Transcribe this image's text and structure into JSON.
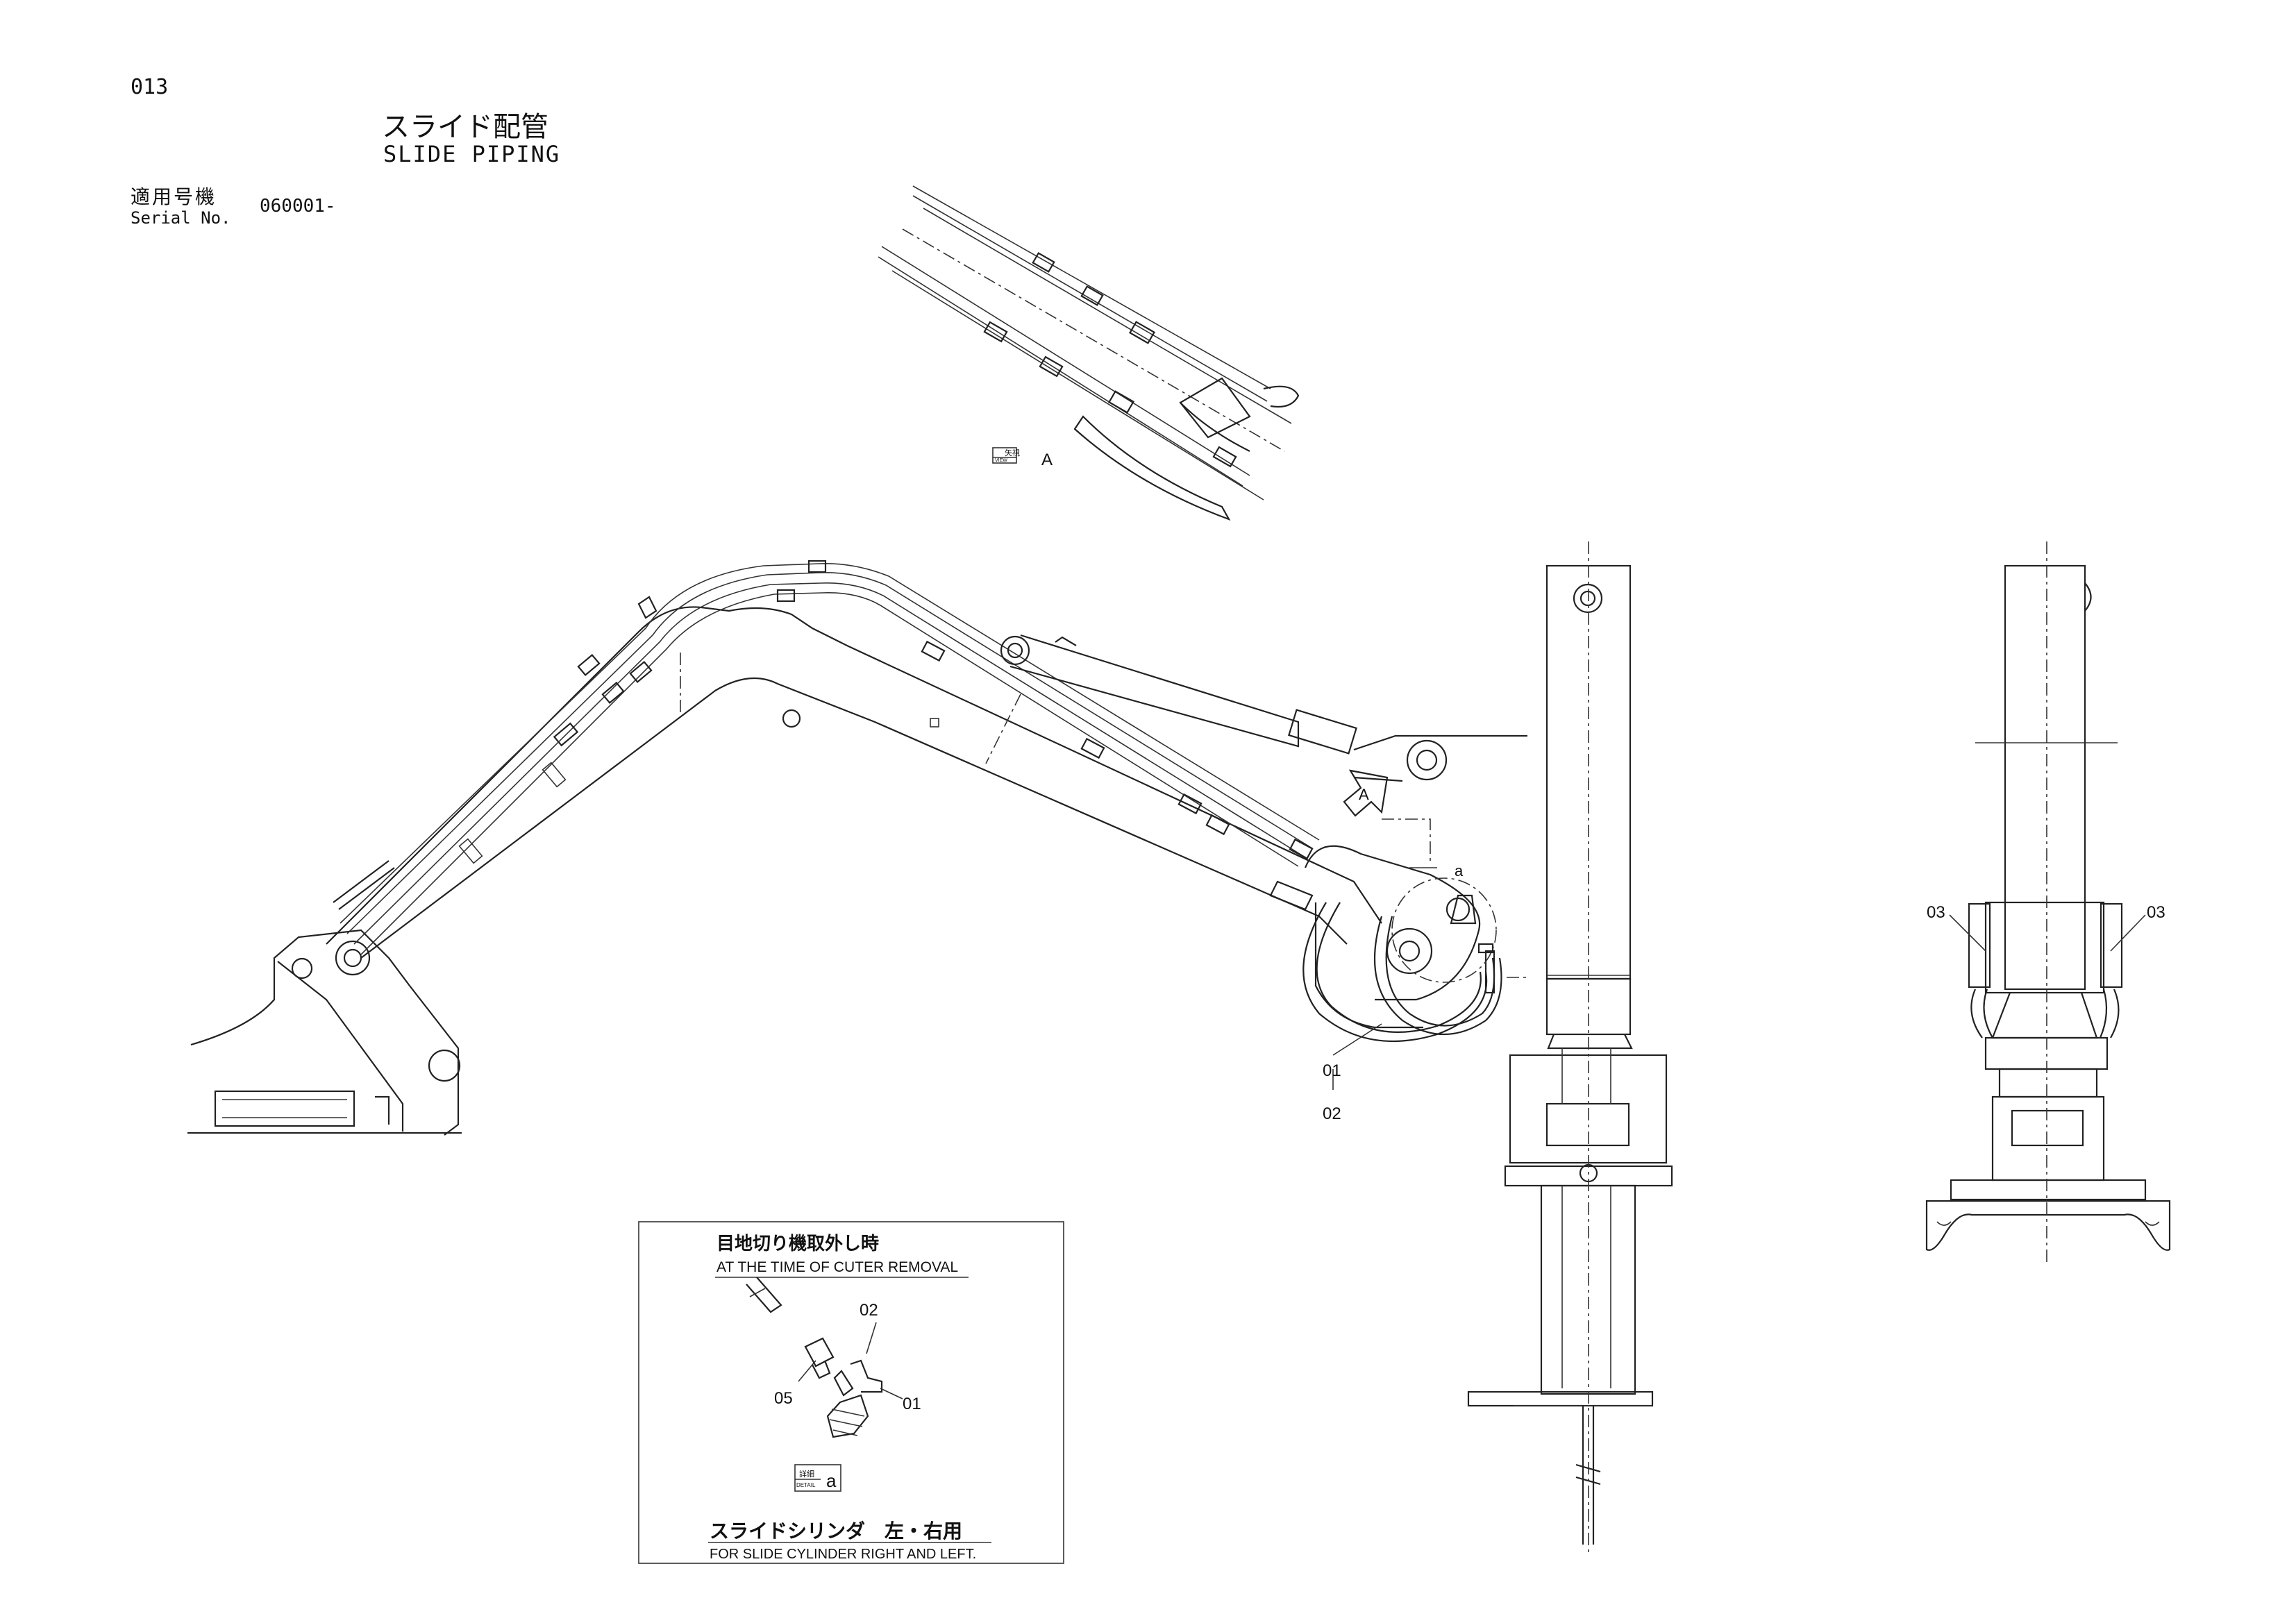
{
  "header": {
    "page_number": "013",
    "title_jp": "スライド配管",
    "title_en": "SLIDE PIPING",
    "serial_label_jp": "適用号機",
    "serial_label_en": "Serial No.",
    "serial_value": "060001-"
  },
  "view_a": {
    "label_jp": "矢視",
    "label_en": "VIEW",
    "letter": "A"
  },
  "main_view": {
    "arrow_label": "A",
    "detail_ref": "a",
    "callout_top": "01",
    "callout_bottom": "02"
  },
  "side_view": {
    "callout_left": "03",
    "callout_right": "03"
  },
  "detail_box": {
    "heading_jp": "目地切り機取外し時",
    "heading_en": "AT THE TIME OF CUTER REMOVAL",
    "part_02": "02",
    "part_05": "05",
    "part_01": "01",
    "detail_label_jp": "詳細",
    "detail_label_en": "DETAIL",
    "detail_letter": "a",
    "footer_jp": "スライドシリンダ　左・右用",
    "footer_en": "FOR SLIDE CYLINDER RIGHT AND LEFT."
  }
}
